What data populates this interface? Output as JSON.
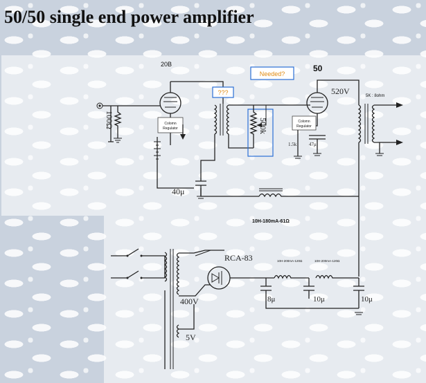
{
  "title": "50/50 single end power amplifier",
  "labels": {
    "tube_input": "20B",
    "tube_output": "50",
    "needed": "Needed?",
    "unknown": "???",
    "b_plus": "520V",
    "output_load": "5K : 8ohm",
    "regulator_input": [
      "Colomn",
      "Regulator"
    ],
    "regulator_output": [
      "Colomn",
      "Regulator"
    ],
    "input_resistor": "100Ω",
    "grid_pot": "500k",
    "cathode_resistor": "1.5k",
    "cathode_cap": "47μ",
    "filter_cap_input": "40μ",
    "main_choke": "10H-180mA-61Ω",
    "rectifier": "RCA-83",
    "choke_1": "10H-200mA-120Ω",
    "choke_2": "10H-200mA-120Ω",
    "cap_1": "8μ",
    "cap_2": "10μ",
    "cap_3": "10μ",
    "hv_winding": "400V",
    "heater_winding": "5V"
  }
}
